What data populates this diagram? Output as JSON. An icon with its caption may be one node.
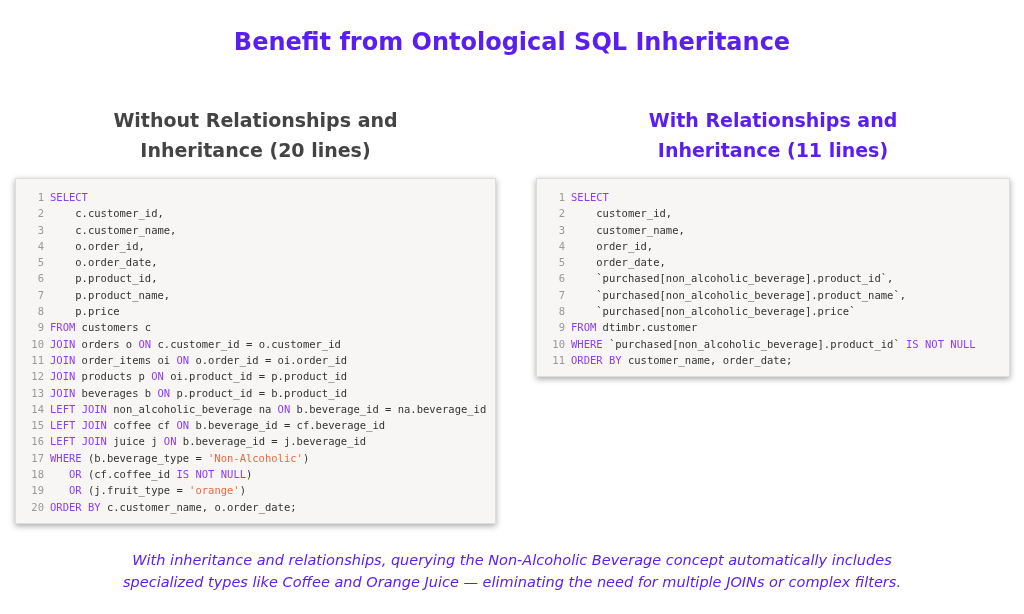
{
  "diagram": {
    "title": "Benefit from Ontological SQL Inheritance",
    "caption": "With inheritance and relationships, querying the Non-Alcoholic Beverage concept automatically includes specialized types like Coffee and Orange Juice — eliminating the need for multiple JOINs or complex filters.",
    "nodes": [
      {
        "text": [
          "Without Relationships and Inheritance (20 lines)",
          "1 SELECT",
          "2     c.customer_id,",
          "3     c.customer_name,",
          "4     o.order_id,",
          "5     o.order_date,",
          "6     p.product_id,",
          "7     p.product_name,",
          "8     p.price",
          "9 FROM customers c",
          "10 JOIN orders o ON c.customer_id = o.customer_id",
          "11 JOIN order_items oi ON o.order_id = oi.order_id",
          "12 JOIN products p ON oi.product_id = p.product_id",
          "13 JOIN beverages b ON p.product_id = b.product_id",
          "14 LEFT JOIN non_alcoholic_beverage na ON b.beverage_id = na.beverage_id",
          "15 LEFT JOIN coffee cf ON b.beverage_id = cf.beverage_id",
          "16 LEFT JOIN juice j ON b.beverage_id = j.beverage_id",
          "17 WHERE (b.beverage_type = 'Non-Alcoholic')",
          "18    OR (cf.coffee_id IS NOT NULL)",
          "19    OR (j.fruit_type = 'orange')",
          "20 ORDER BY c.customer_name, o.order_date;"
        ]
      },
      {
        "text": [
          "With Relationships and Inheritance (11 lines)",
          "1 SELECT",
          "2     customer_id,",
          "3     customer_name,",
          "4     order_id,",
          "5     order_date,",
          "6     `purchased[non_alcoholic_beverage].product_id`,",
          "7     `purchased[non_alcoholic_beverage].product_name`,",
          "8     `purchased[non_alcoholic_beverage].price`",
          "9 FROM dtimbr.customer",
          "10 WHERE `purchased[non_alcoholic_beverage].product_id` IS NOT NULL",
          "11 ORDER BY customer_name, order_date;"
        ]
      }
    ],
    "edges": []
  }
}
